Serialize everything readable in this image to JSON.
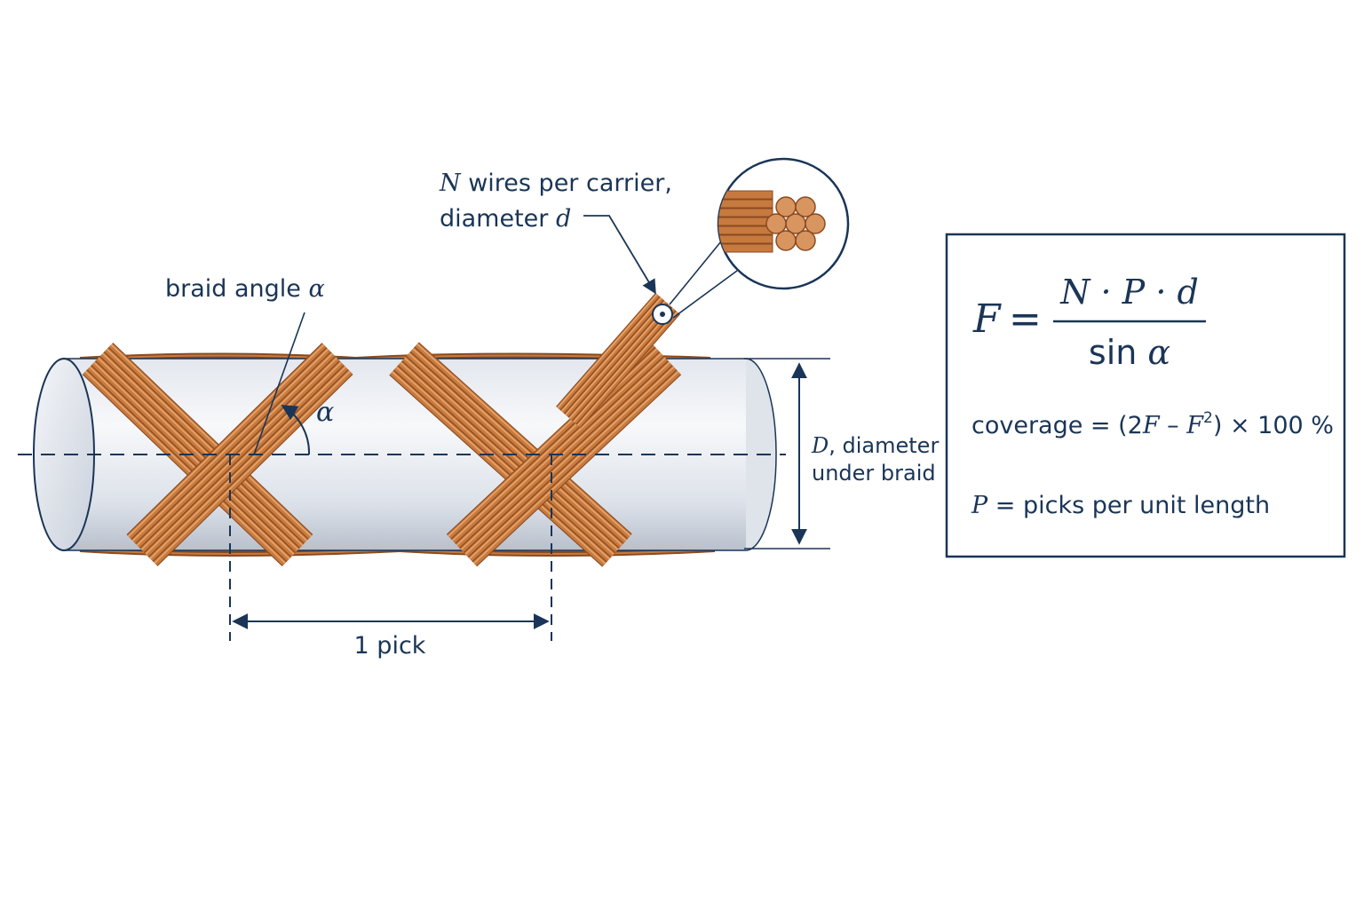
{
  "colors": {
    "ink": "#1a3557",
    "copper_light": "#e8a56a",
    "copper_mid": "#c77a3f",
    "copper_dark": "#8a4a1f",
    "cylinder_light": "#f2f4f7",
    "cylinder_shade": "#c8ced8"
  },
  "labels": {
    "wires_var": "N",
    "wires_text": " wires per carrier,",
    "diameter_text": "diameter ",
    "diameter_var": "d",
    "braid_text": "braid angle ",
    "braid_var": "α",
    "angle_var": "α",
    "D_var": "D",
    "D_text": ", diameter",
    "D_text2": "under braid",
    "pick": "1 pick"
  },
  "formula": {
    "lhs": "F",
    "eq": "=",
    "numerator": "N · P · d",
    "denominator_fn": "sin ",
    "denominator_var": "α",
    "coverage_prefix": "coverage = (2",
    "coverage_F1": "F",
    "coverage_minus": " – ",
    "coverage_F2": "F",
    "coverage_sup": "2",
    "coverage_suffix": ") × 100 %",
    "p_var": "P",
    "p_text": " = picks per unit length"
  }
}
